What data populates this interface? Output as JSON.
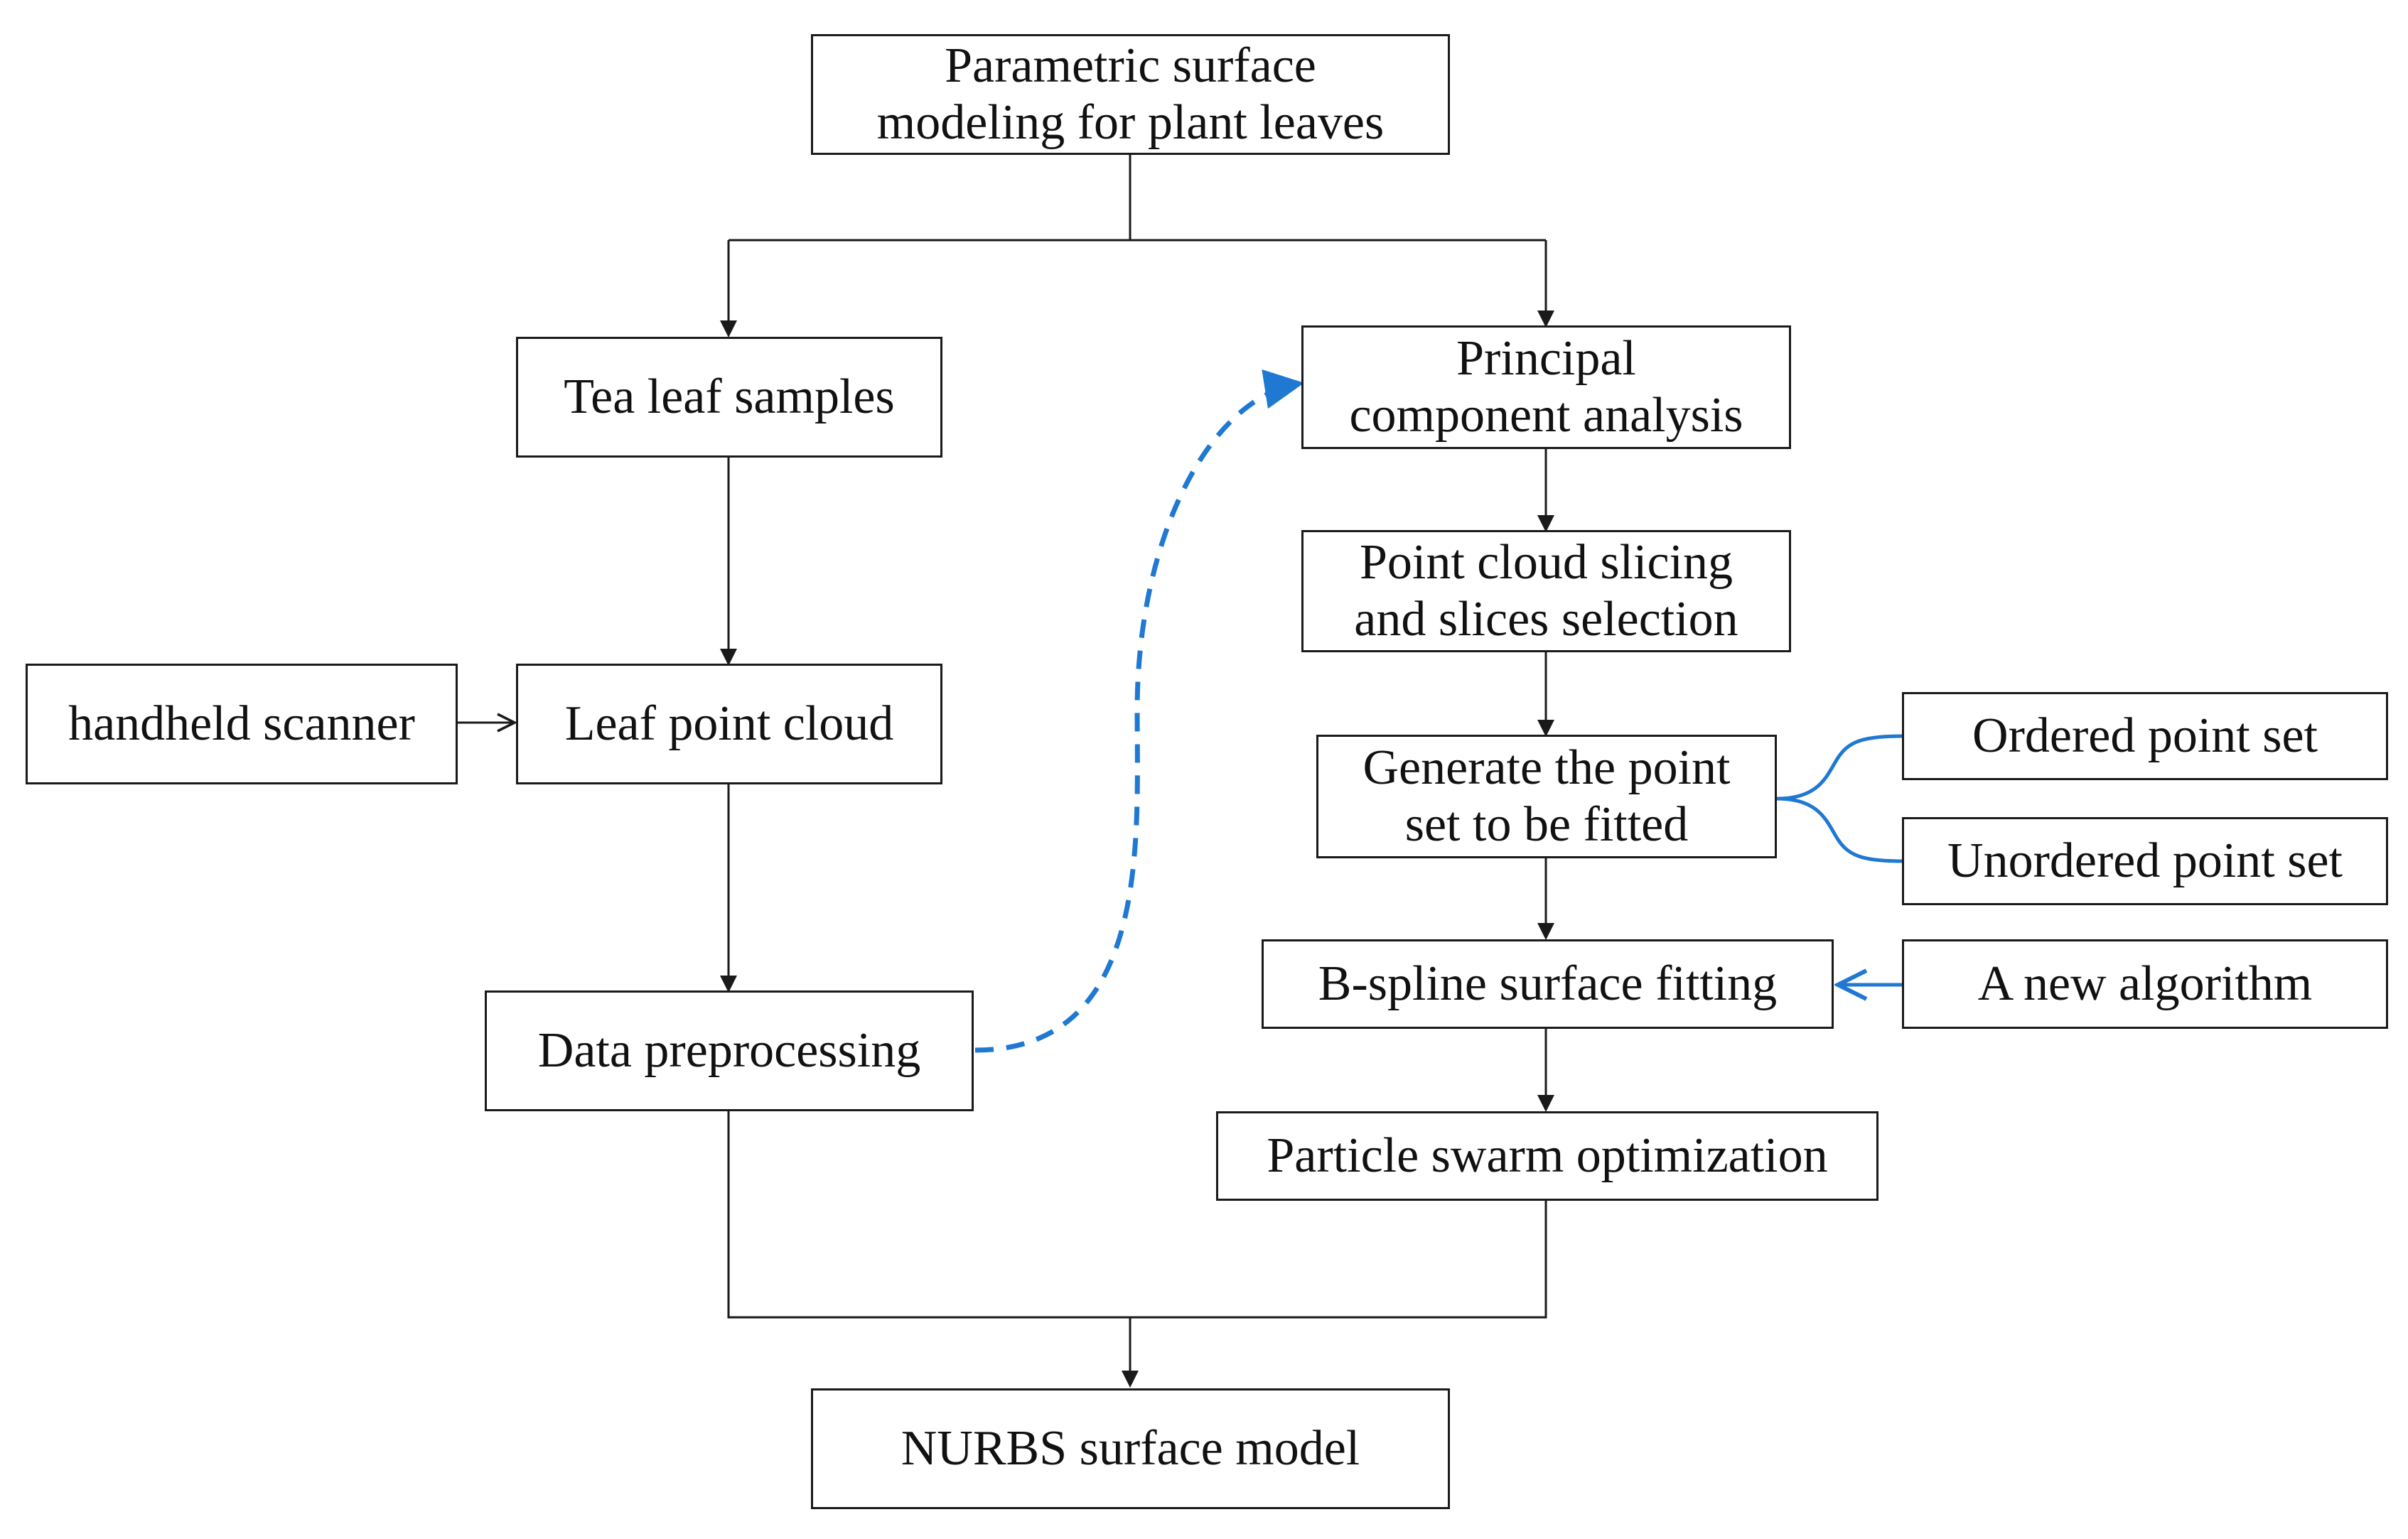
{
  "nodes": {
    "root": [
      "Parametric surface",
      "modeling for plant leaves"
    ],
    "tea_leaf_samples": [
      "Tea leaf samples"
    ],
    "handheld_scanner": [
      "handheld scanner"
    ],
    "leaf_point_cloud": [
      "Leaf point cloud"
    ],
    "data_preprocessing": [
      "Data preprocessing"
    ],
    "pca": [
      "Principal",
      "component analysis"
    ],
    "slicing": [
      "Point cloud slicing",
      "and slices selection"
    ],
    "generate_point_set": [
      "Generate the point",
      "set to be fitted"
    ],
    "ordered_point_set": [
      "Ordered point set"
    ],
    "unordered_point_set": [
      "Unordered point set"
    ],
    "bspline_fitting": [
      "B-spline surface fitting"
    ],
    "new_algorithm": [
      "A new algorithm"
    ],
    "pso": [
      "Particle swarm optimization"
    ],
    "nurbs_model": [
      "NURBS surface model"
    ]
  },
  "colors": {
    "line": "#1a1a1a",
    "accent": "#1f78d1"
  },
  "edges": [
    {
      "from": "root",
      "to": "tea_leaf_samples",
      "style": "solid-arrow"
    },
    {
      "from": "root",
      "to": "pca",
      "style": "solid-arrow"
    },
    {
      "from": "tea_leaf_samples",
      "to": "leaf_point_cloud",
      "style": "solid-arrow"
    },
    {
      "from": "handheld_scanner",
      "to": "leaf_point_cloud",
      "style": "solid-arrow"
    },
    {
      "from": "leaf_point_cloud",
      "to": "data_preprocessing",
      "style": "solid-arrow"
    },
    {
      "from": "data_preprocessing",
      "to": "pca",
      "style": "blue-dashed-curve-arrow"
    },
    {
      "from": "pca",
      "to": "slicing",
      "style": "solid-arrow"
    },
    {
      "from": "slicing",
      "to": "generate_point_set",
      "style": "solid-arrow"
    },
    {
      "from": "generate_point_set",
      "to": "ordered_point_set",
      "style": "blue-brace"
    },
    {
      "from": "generate_point_set",
      "to": "unordered_point_set",
      "style": "blue-brace"
    },
    {
      "from": "generate_point_set",
      "to": "bspline_fitting",
      "style": "solid-arrow"
    },
    {
      "from": "new_algorithm",
      "to": "bspline_fitting",
      "style": "blue-arrow"
    },
    {
      "from": "bspline_fitting",
      "to": "pso",
      "style": "solid-arrow"
    },
    {
      "from": "data_preprocessing",
      "to": "nurbs_model",
      "style": "solid-merge-arrow"
    },
    {
      "from": "pso",
      "to": "nurbs_model",
      "style": "solid-merge-arrow"
    }
  ]
}
